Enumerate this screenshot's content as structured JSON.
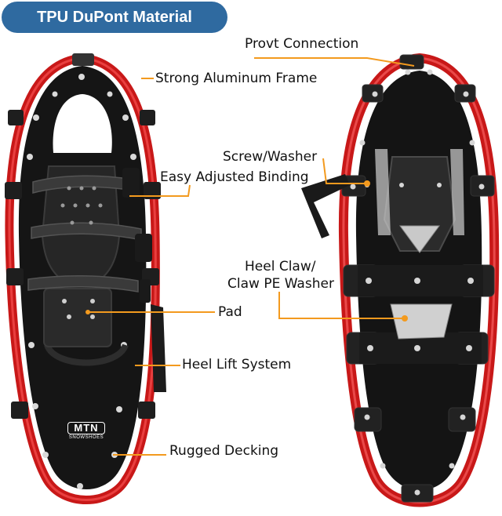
{
  "badge": "TPU DuPont Material",
  "labels": {
    "provt_connection": "Provt Connection",
    "strong_aluminum_frame": "Strong Aluminum Frame",
    "screw_washer": "Screw/Washer",
    "easy_adjusted_binding": "Easy Adjusted Binding",
    "heel_claw_line1": "Heel Claw/",
    "heel_claw_line2": "Claw PE Washer",
    "pad": "Pad",
    "heel_lift_system": "Heel Lift System",
    "rugged_decking": "Rugged Decking"
  },
  "logo": {
    "brand": "MTN",
    "sub": "SNOWSHOES"
  },
  "colors": {
    "badge": "#2f6aa0",
    "frame": "#d41f1f",
    "deck": "#141414",
    "leader": "#f39a1e"
  }
}
